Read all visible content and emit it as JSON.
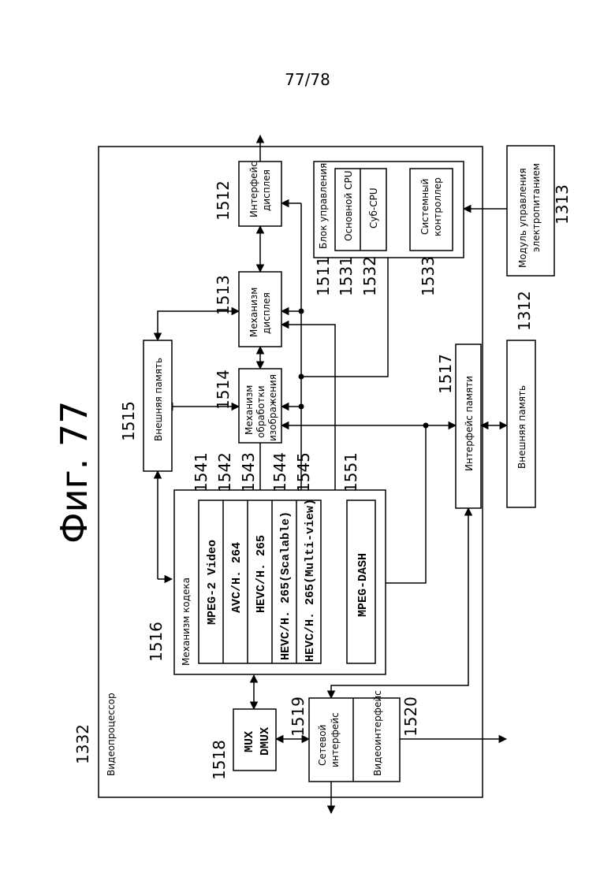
{
  "page_number": "77/78",
  "figure_title": "Фиг. 77",
  "blocks": {
    "video_processor": {
      "ref": "1332",
      "label": "Видеопроцессор"
    },
    "display_interface": {
      "ref": "1512",
      "label1": "Интерфейс",
      "label2": "дисплея"
    },
    "display_engine": {
      "ref": "1513",
      "label1": "Механизм",
      "label2": "дисплея"
    },
    "image_engine": {
      "ref": "1514",
      "label1": "Механизм",
      "label2": "обработки",
      "label3": "изображения"
    },
    "internal_memory": {
      "ref": "1515",
      "label": "Внешняя память"
    },
    "codec_engine": {
      "ref": "1516",
      "label": "Механизм кодека"
    },
    "mux_dmux": {
      "ref": "1518",
      "label1": "MUX",
      "label2": "DMUX"
    },
    "network_interface": {
      "ref": "1519",
      "label1": "Сетевой",
      "label2": "интерфейс"
    },
    "video_interface": {
      "ref": "1520",
      "label": "Видеоинтерфейс"
    },
    "memory_interface": {
      "ref": "1517",
      "label": "Интерфейс памяти"
    },
    "external_memory": {
      "ref": "1312",
      "label": "Внешняя память"
    },
    "power_module": {
      "ref": "1313",
      "label1": "Модуль управления",
      "label2": "электропитанием"
    },
    "control_unit": {
      "ref": "1511",
      "label": "Блок управления"
    },
    "main_cpu": {
      "ref": "1531",
      "label": "Основной CPU"
    },
    "sub_cpu": {
      "ref": "1532",
      "label": "Суб-CPU"
    },
    "system_controller": {
      "ref": "1533",
      "label1": "Системный",
      "label2": "контроллер"
    }
  },
  "codecs": [
    {
      "ref": "1541",
      "label": "MPEG-2 Video"
    },
    {
      "ref": "1542",
      "label": "AVC/H. 264"
    },
    {
      "ref": "1543",
      "label": "HEVC/H. 265"
    },
    {
      "ref": "1544",
      "label": "HEVC/H. 265(Scalable)"
    },
    {
      "ref": "1545",
      "label": "HEVC/H. 265(Multi-view)"
    }
  ],
  "mpeg_dash": {
    "ref": "1551",
    "label": "MPEG-DASH"
  }
}
